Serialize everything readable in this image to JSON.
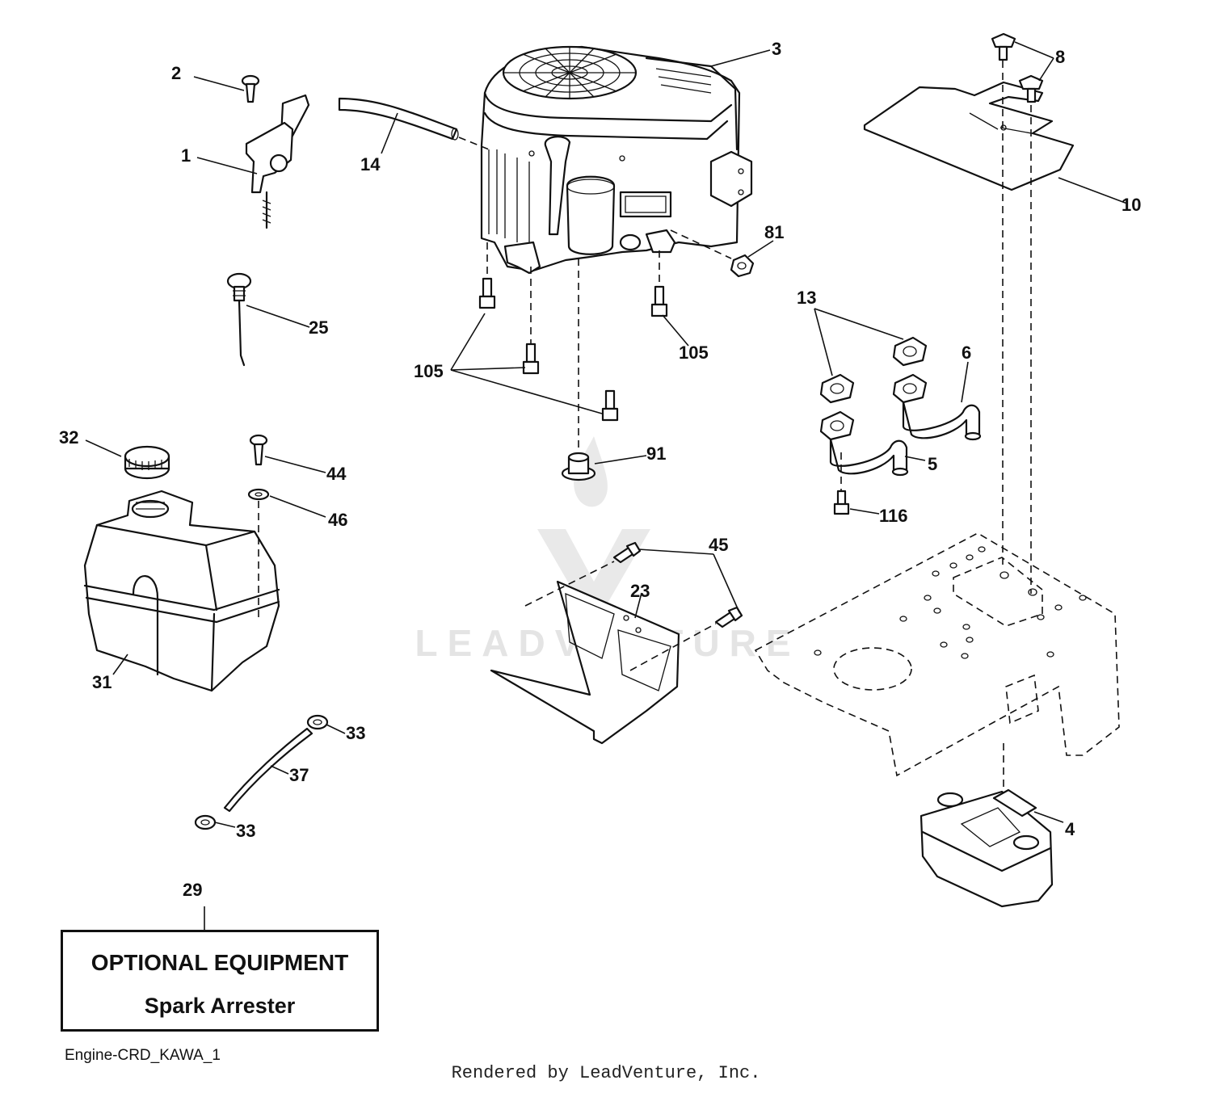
{
  "watermark": "LEADVENTURE",
  "diagram_id": "Engine-CRD_KAWA_1",
  "footer_credit": "Rendered by LeadVenture, Inc.",
  "optional_box": {
    "title": "OPTIONAL EQUIPMENT",
    "subtitle": "Spark Arrester"
  },
  "callouts": {
    "c1": "1",
    "c2": "2",
    "c3": "3",
    "c4": "4",
    "c5": "5",
    "c6": "6",
    "c8": "8",
    "c10": "10",
    "c13": "13",
    "c14": "14",
    "c23": "23",
    "c25": "25",
    "c29": "29",
    "c31": "31",
    "c32": "32",
    "c33a": "33",
    "c33b": "33",
    "c37": "37",
    "c44": "44",
    "c45": "45",
    "c46": "46",
    "c81": "81",
    "c91": "91",
    "c105a": "105",
    "c105b": "105",
    "c116": "116"
  }
}
